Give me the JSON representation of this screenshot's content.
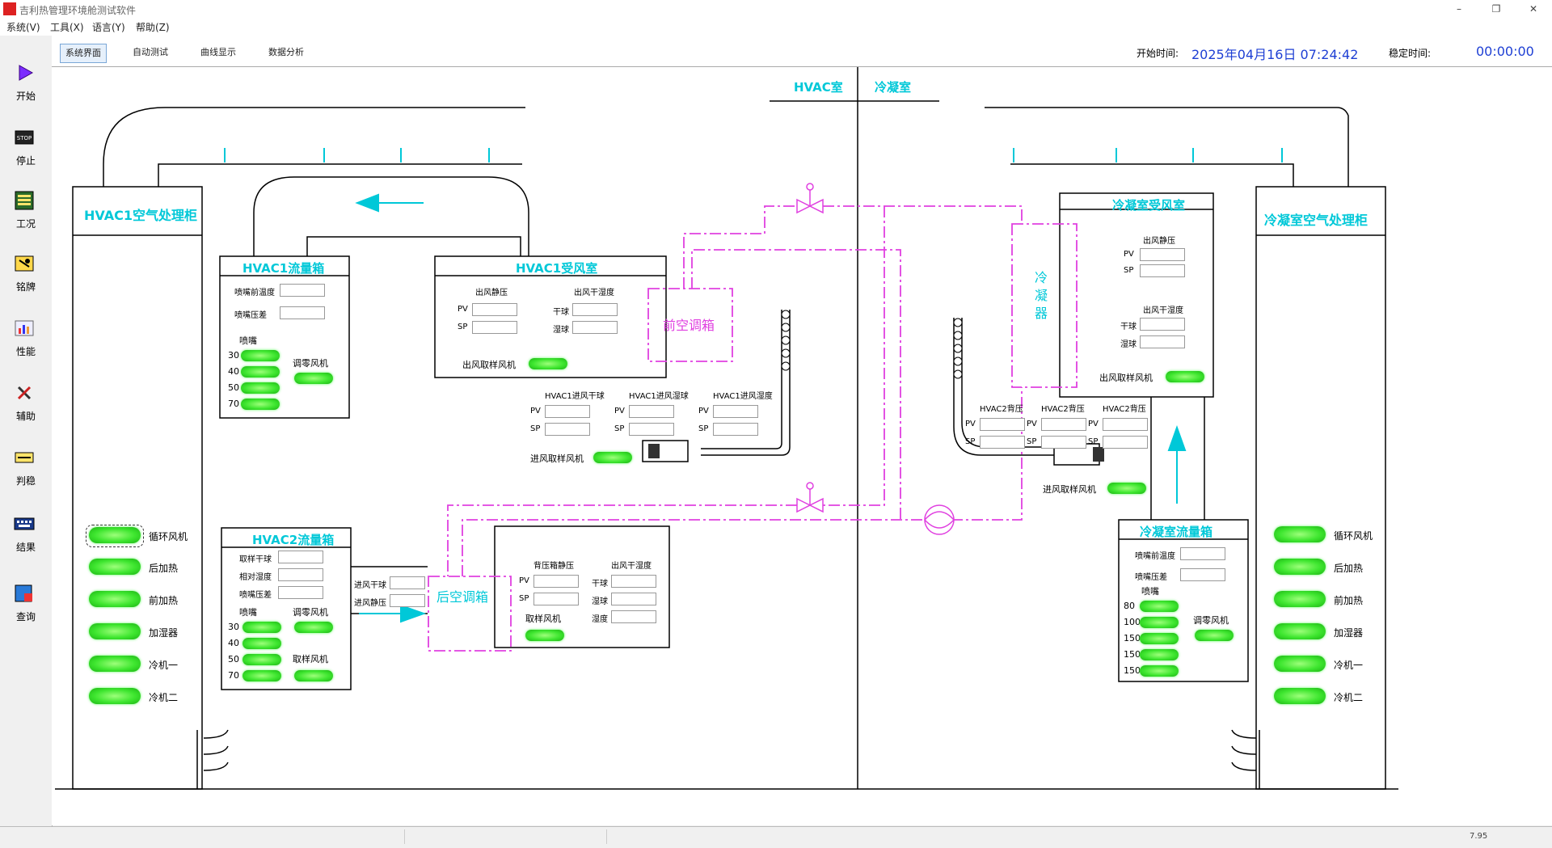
{
  "window": {
    "title": "吉利热管理环境舱测试软件",
    "controls": [
      "–",
      "❐",
      "✕"
    ]
  },
  "menu": [
    "系统(V)",
    "工具(X)",
    "语言(Y)",
    "帮助(Z)"
  ],
  "sidebar": [
    {
      "label": "开始",
      "icon": "play-icon"
    },
    {
      "label": "停止",
      "icon": "stop-icon"
    },
    {
      "label": "工况",
      "icon": "pv-sp-panel-icon"
    },
    {
      "label": "铭牌",
      "icon": "nameplate-icon"
    },
    {
      "label": "性能",
      "icon": "performance-chart-icon"
    },
    {
      "label": "辅助",
      "icon": "tools-icon"
    },
    {
      "label": "判稳",
      "icon": "stability-icon"
    },
    {
      "label": "结果",
      "icon": "keyboard-result-icon"
    },
    {
      "label": "查询",
      "icon": "query-icon"
    }
  ],
  "tabs": [
    "系统界面",
    "自动测试",
    "曲线显示",
    "数据分析"
  ],
  "header": {
    "start_label": "开始时间:",
    "start_value": "2025年04月16日 07:24:42",
    "stable_label": "稳定时间:",
    "stable_value": "00:00:00"
  },
  "rooms": {
    "hvac": "HVAC室",
    "cond": "冷凝室"
  },
  "hvac1_ahu": {
    "title": "HVAC1空气处理柜",
    "controls": [
      "循环风机",
      "后加热",
      "前加热",
      "加湿器",
      "冷机一",
      "冷机二"
    ]
  },
  "cond_ahu": {
    "title": "冷凝室空气处理柜",
    "controls": [
      "循环风机",
      "后加热",
      "前加热",
      "加湿器",
      "冷机一",
      "冷机二"
    ]
  },
  "hvac1_flow": {
    "title": "HVAC1流量箱",
    "fields": [
      "喷嘴前温度",
      "喷嘴压差"
    ],
    "nozzle_label": "喷嘴",
    "nozzles": [
      "30",
      "40",
      "50",
      "70"
    ],
    "fan": "调零风机"
  },
  "hvac1_recv": {
    "title": "HVAC1受风室",
    "col1": "出风静压",
    "col2": "出风干湿度",
    "pv": "PV",
    "sp": "SP",
    "dry": "干球",
    "wet": "湿球",
    "fan": "出风取样风机"
  },
  "front_box": "前空调箱",
  "rear_box": "后空调箱",
  "hvac1_inlet": {
    "cols": [
      "HVAC1进风干球",
      "HVAC1进风湿球",
      "HVAC1进风湿度"
    ],
    "pv": "PV",
    "sp": "SP",
    "fan": "进风取样风机"
  },
  "hvac2_flow": {
    "title": "HVAC2流量箱",
    "fields": [
      "取样干球",
      "相对湿度",
      "喷嘴压差"
    ],
    "nozzle_label": "喷嘴",
    "nozzles": [
      "30",
      "40",
      "50",
      "70"
    ],
    "fan1": "调零风机",
    "fan2": "取样风机",
    "side": [
      "进风干球",
      "进风静压"
    ]
  },
  "back_box": {
    "col1": "背压箱静压",
    "col2": "出风干湿度",
    "pv": "PV",
    "sp": "SP",
    "dry": "干球",
    "wet": "湿球",
    "hum": "湿度",
    "fan": "取样风机"
  },
  "condenser": "冷凝器",
  "cond_recv": {
    "title": "冷凝室受风室",
    "col1": "出风静压",
    "pv": "PV",
    "sp": "SP",
    "col2": "出风干湿度",
    "dry": "干球",
    "wet": "湿球",
    "fan": "出风取样风机"
  },
  "hvac2_back": {
    "cols": [
      "HVAC2背压",
      "HVAC2背压",
      "HVAC2背压"
    ],
    "pv": "PV",
    "sp": "SP",
    "fan": "进风取样风机"
  },
  "cond_flow": {
    "title": "冷凝室流量箱",
    "fields": [
      "喷嘴前温度",
      "喷嘴压差"
    ],
    "nozzle_label": "喷嘴",
    "nozzles": [
      "80",
      "100",
      "150",
      "150",
      "150"
    ],
    "fan": "调零风机"
  },
  "status_right": "7.95"
}
